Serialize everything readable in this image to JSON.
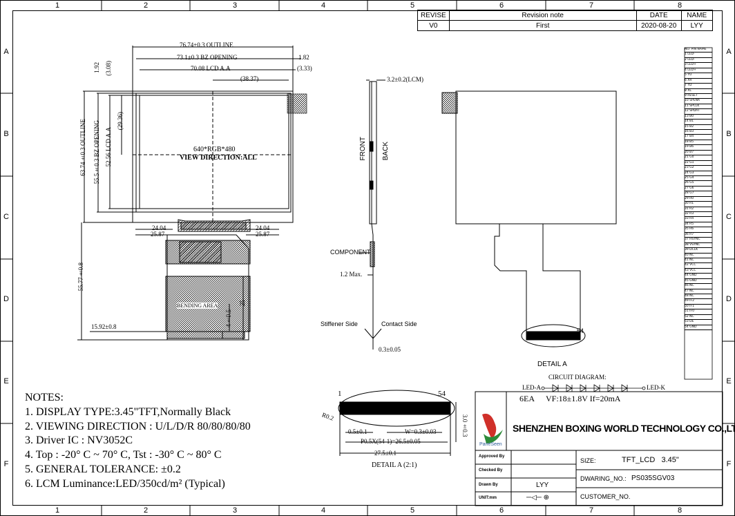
{
  "border_columns": [
    "1",
    "2",
    "3",
    "4",
    "5",
    "6",
    "7",
    "8"
  ],
  "border_rows": [
    "A",
    "B",
    "C",
    "D",
    "E",
    "F"
  ],
  "revision": {
    "headers": {
      "revise": "REVISE",
      "note": "Revision note",
      "date": "DATE",
      "name": "NAME"
    },
    "row": {
      "revise": "V0",
      "note": "First",
      "date": "2020-08-20",
      "name": "LYY"
    }
  },
  "dims": {
    "outline_w": "76.74±0.3 OUTLINE",
    "bz_w": "73.1±0.3 BZ OPENING",
    "bz_right": "1.82",
    "aa_w": "70.08 LCD A.A",
    "aa_right": "(3.33)",
    "center_x": "(38.37)",
    "top_a": "1.92",
    "top_b": "(3.08)",
    "center_y": "(29.36)",
    "aa_h": "52.56 LCD A.A",
    "bz_h": "55.5±0.3 BZ OPENING",
    "outline_h": "63.74±0.3 OUTLINE",
    "resolution": "640*RGB*480",
    "view_dir": "VIEW DIRECTION:ALL",
    "fpc_l1": "24.04",
    "fpc_l2": "25.87",
    "fpc_r1": "24.04",
    "fpc_r2": "25.87",
    "fpc_len": "55.77±0.8",
    "fpc_w": "15.92±0.8",
    "fpc_25": "25",
    "fpc_4": "4±0.5",
    "bend_label": "BENDING AREA",
    "lcm_thick": "3.2±0.2(LCM)",
    "front": "FRONT",
    "back": "BACK",
    "component": "COMPONENT",
    "max_h": "1.2 Max.",
    "stiffener": "Stiffener Side",
    "contact": "Contact Side",
    "fpc_thick": "0.3±0.05",
    "detail_a": "DETAIL A",
    "detail_pin": "54",
    "det_pin_start": "1",
    "det_pin_end": "54",
    "det_r": "R0.2",
    "det_pad": "0.5±0.1",
    "det_w": "W=0.3±0.03",
    "det_pitch": "P0.5X(54-1)=26.5±0.05",
    "det_total": "27.5±0.1",
    "det_h": "3.0±0.3",
    "det_title": "DETAIL A (2:1)"
  },
  "pins": [
    "NO.  PIN NAME",
    "1  LED-",
    "2  LED-",
    "3  LED+",
    "4  LED+",
    "5  YU",
    "6  XR",
    "7  YD",
    "8  XL",
    "9  RESET",
    "10  SPENA",
    "11  SPCLK",
    "12  SPDAT",
    "13  B0",
    "14  B1",
    "15  B2",
    "16  B3",
    "17  B4",
    "18  B5",
    "19  B6",
    "20  B7",
    "21  G0",
    "22  G1",
    "23  G2",
    "24  G3",
    "25  G4",
    "26  G5",
    "27  G6",
    "28  G7",
    "29  R0",
    "30  R1",
    "31  R2",
    "32  R3",
    "33  R4",
    "34  R5",
    "35  R6",
    "36  R7",
    "37  HSYNC",
    "38  VSYNC",
    "39  DCLK",
    "40  NC",
    "41  NC",
    "42  VCC",
    "43  VCC",
    "44  GND",
    "45  GND",
    "46  NC",
    "47  NC",
    "48  NC",
    "49  IF2",
    "50  IF1",
    "51  IF0",
    "52  NC",
    "53  DE",
    "54  GND"
  ],
  "circuit": {
    "title": "CIRCUIT DIAGRAM:",
    "led_a": "LED-A",
    "led_k": "LED-K",
    "count": "6EA",
    "spec": "VF:18±1.8V  If=20mA"
  },
  "notes": {
    "title": "NOTES:",
    "items": [
      "1. DISPLAY TYPE:3.45\"TFT,Normally Black",
      "2. VIEWING DIRECTION : U/L/D/R 80/80/80/80",
      "3. Driver IC : NV3052C",
      "4. Top : -20° C ~ 70° C, Tst : -30° C ~ 80° C",
      "5. GENERAL TOLERANCE: ±0.2",
      "6. LCM Luminance:LED/350cd/m² (Typical)"
    ]
  },
  "title_block": {
    "company": "SHENZHEN BOXING WORLD TECHNOLOGY CO.,LTD",
    "logo_text": "PaneSeen",
    "approved_by": "Approved By",
    "checked_by": "Checked By",
    "drawn_by": "Drawn By",
    "drawn_name": "LYY",
    "unit": "UNIT:mm",
    "size_label": "SIZE:",
    "size_value": "TFT_LCD   3.45\"",
    "dwg_label": "DWARING_NO.:",
    "dwg_value": "PS035SGV03",
    "customer_label": "CUSTOMER_NO."
  }
}
